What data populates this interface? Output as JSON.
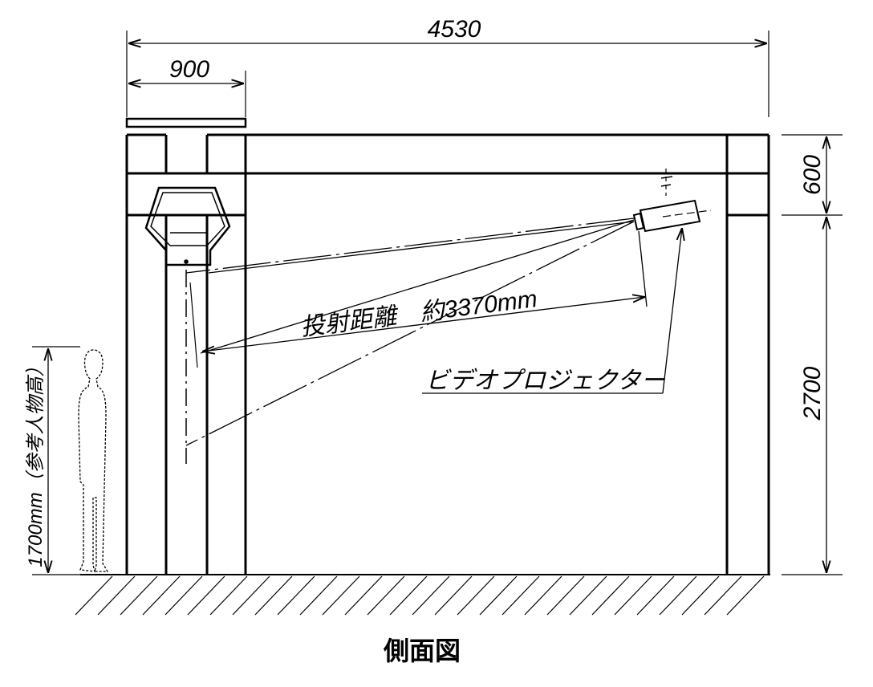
{
  "dimensions": {
    "overall_width": "4530",
    "left_column_width": "900",
    "beam_height": "600",
    "clear_height": "2700",
    "person_height": "1700mm（参考人物高）"
  },
  "labels": {
    "projection_distance": "投射距離　約3370mm",
    "projector": "ビデオプロジェクター"
  },
  "title": "側面図",
  "icons": {
    "person": "person-silhouette-icon",
    "projector": "video-projector-icon",
    "ground": "ground-hatch-icon"
  },
  "colors": {
    "line": "#000000",
    "background": "#ffffff"
  }
}
